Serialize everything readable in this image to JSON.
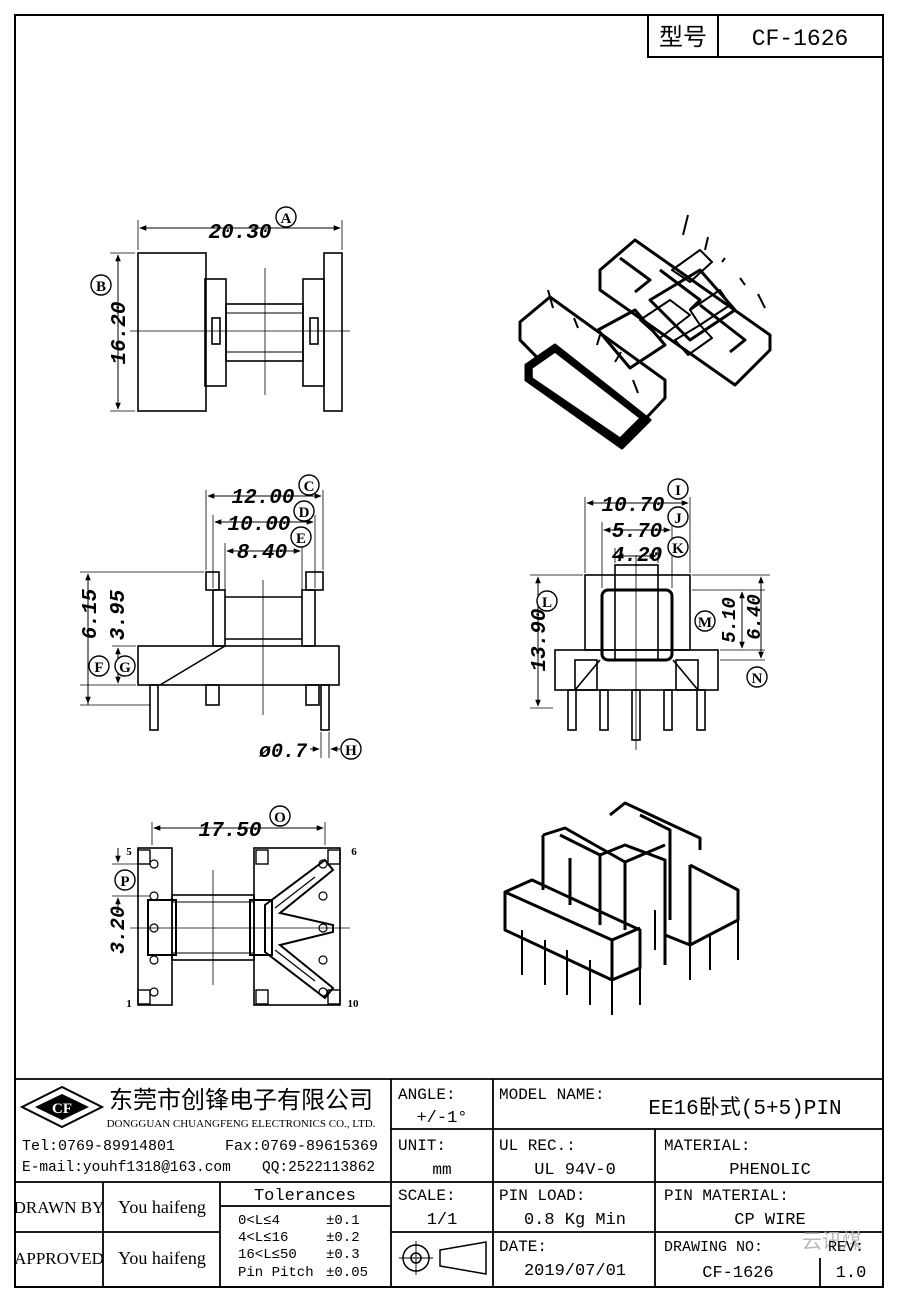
{
  "header": {
    "type_label": "型号",
    "type_value": "CF-1626"
  },
  "dimensions": {
    "A": "20.30",
    "A_mark": "A",
    "B": "16.20",
    "B_mark": "B",
    "C": "12.00",
    "C_mark": "C",
    "D": "10.00",
    "D_mark": "D",
    "E": "8.40",
    "E_mark": "E",
    "F": "6.15",
    "F_mark": "F",
    "G": "3.95",
    "G_mark": "G",
    "H": "ø0.7",
    "H_mark": "H",
    "I": "10.70",
    "I_mark": "I",
    "J": "5.70",
    "J_mark": "J",
    "K": "4.20",
    "K_mark": "K",
    "L": "13.90",
    "L_mark": "L",
    "M": "5.10",
    "M_mark": "M",
    "N": "6.40",
    "N_mark": "N",
    "O": "17.50",
    "O_mark": "O",
    "P": "3.20",
    "P_mark": "P"
  },
  "pin_labels": {
    "p5": "5",
    "p6": "6",
    "p1": "1",
    "p10": "10"
  },
  "company": {
    "logo_text": "CF",
    "name_cn": "东莞市创锋电子有限公司",
    "name_en": "DONGGUAN CHUANGFENG ELECTRONICS CO., LTD.",
    "tel": "Tel:0769-89914801",
    "fax": "Fax:0769-89615369",
    "email": "E-mail:youhf1318@163.com",
    "qq": "QQ:2522113862"
  },
  "title_block": {
    "angle_label": "ANGLE:",
    "angle_value": "+/-1°",
    "model_label": "MODEL NAME:",
    "model_value": "EE16卧式(5+5)PIN",
    "unit_label": "UNIT:",
    "unit_value": "mm",
    "ul_label": "UL REC.:",
    "ul_value": "UL 94V-0",
    "material_label": "MATERIAL:",
    "material_value": "PHENOLIC",
    "drawn_label": "DRAWN BY",
    "drawn_value": "You haifeng",
    "tol_title": "Tolerances",
    "tol_rows": [
      {
        "range": "0<L≤4",
        "value": "±0.1"
      },
      {
        "range": "4<L≤16",
        "value": "±0.2"
      },
      {
        "range": "16<L≤50",
        "value": "±0.3"
      },
      {
        "range": "Pin Pitch",
        "value": "±0.05"
      }
    ],
    "scale_label": "SCALE:",
    "scale_value": "1/1",
    "pinload_label": "PIN LOAD:",
    "pinload_value": "0.8 Kg Min",
    "pinmat_label": "PIN MATERIAL:",
    "pinmat_value": "CP WIRE",
    "approved_label": "APPROVED",
    "approved_value": "You haifeng",
    "date_label": "DATE:",
    "date_value": "2019/07/01",
    "drawing_label": "DRAWING NO:",
    "drawing_value": "CF-1626",
    "rev_label": "REV:",
    "rev_value": "1.0",
    "watermark": "云讯煤"
  }
}
